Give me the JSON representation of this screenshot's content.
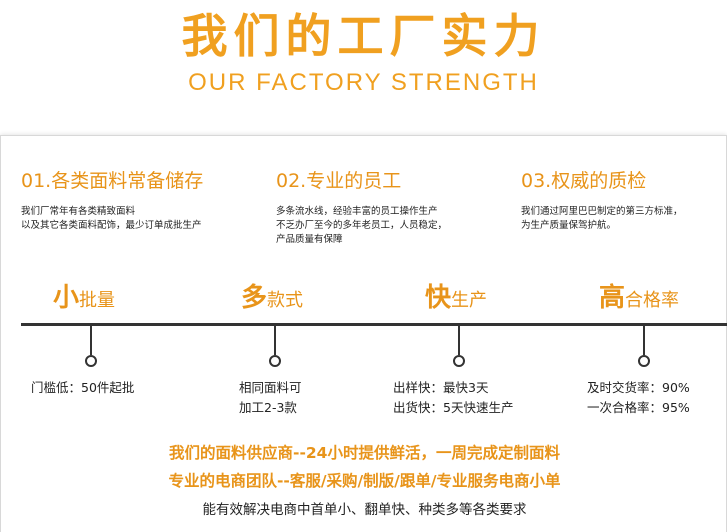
{
  "header": {
    "title": "我们的工厂实力",
    "subtitle": "OUR FACTORY STRENGTH"
  },
  "features": [
    {
      "title": "01.各类面料常备储存",
      "description": "我们厂常年有各类精致面料\n以及其它各类面料配饰，最少订单成批生产"
    },
    {
      "title": "02.专业的员工",
      "description": "多条流水线，经验丰富的员工操作生产\n不乏办厂至今的多年老员工，人员稳定，\n产品质量有保障"
    },
    {
      "title": "03.权威的质检",
      "description": "我们通过阿里巴巴制定的第三方标准，\n为生产质量保驾护航。"
    }
  ],
  "pillars": [
    {
      "big": "小",
      "rest": "批量",
      "line1": "门槛低：50件起批",
      "line2": ""
    },
    {
      "big": "多",
      "rest": "款式",
      "line1": "相同面料可",
      "line2": "加工2-3款"
    },
    {
      "big": "快",
      "rest": "生产",
      "line1": "出样快：最快3天",
      "line2": "出货快：5天快速生产"
    },
    {
      "big": "高",
      "rest": "合格率",
      "line1": "及时交货率：90%",
      "line2": "一次合格率：95%"
    }
  ],
  "taglines": [
    "我们的面料供应商--24小时提供鲜活，一周完成定制面料",
    "专业的电商团队--客服/采购/制版/跟单/专业服务电商小单"
  ],
  "bottom_note": "能有效解决电商中首单小、翻单快、种类多等各类要求",
  "colors": {
    "accent": "#f0a020",
    "text": "#222222",
    "line": "#333333"
  }
}
